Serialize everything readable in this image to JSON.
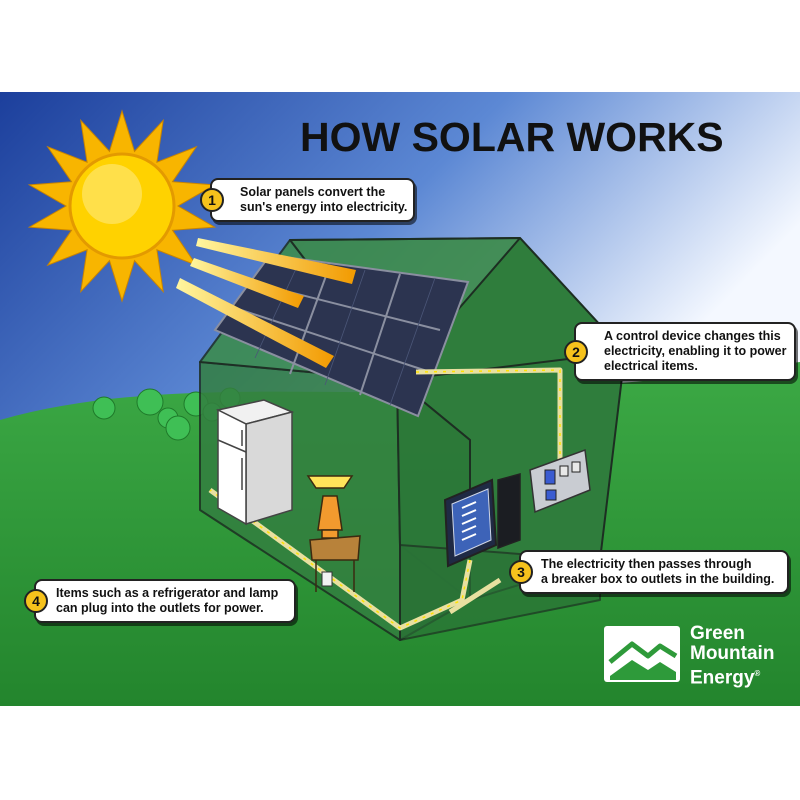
{
  "title": "HOW SOLAR WORKS",
  "callouts": [
    {
      "number": "1",
      "lines": [
        "Solar panels convert the",
        "sun's energy into electricity."
      ]
    },
    {
      "number": "2",
      "lines": [
        "A control device changes this",
        "electricity, enabling it to power",
        "electrical items."
      ]
    },
    {
      "number": "3",
      "lines": [
        "The electricity then passes through",
        "a breaker box to outlets in the building."
      ]
    },
    {
      "number": "4",
      "lines": [
        "Items such as a refrigerator and lamp",
        "can plug into the outlets for power."
      ]
    }
  ],
  "logo": {
    "lines": [
      "Green",
      "Mountain",
      "Energy"
    ],
    "mark": "®"
  },
  "colors": {
    "sky_top": "#1b47a8",
    "sky_bottom": "#ffffff",
    "grass": "#2f9a3a",
    "house_fill": "#2c7a3a",
    "sun": "#ffd200",
    "sun_ray": "#f8b500",
    "panel": "#2c3450",
    "wire": "#ffe200",
    "callout_badge": "#f6c21c",
    "logo_green": "#2e9a3a"
  },
  "icons": [
    "sun-icon",
    "solar-panel-icon",
    "house-icon",
    "refrigerator-icon",
    "lamp-icon",
    "control-device-icon",
    "breaker-box-icon",
    "logo-mountain-icon"
  ]
}
